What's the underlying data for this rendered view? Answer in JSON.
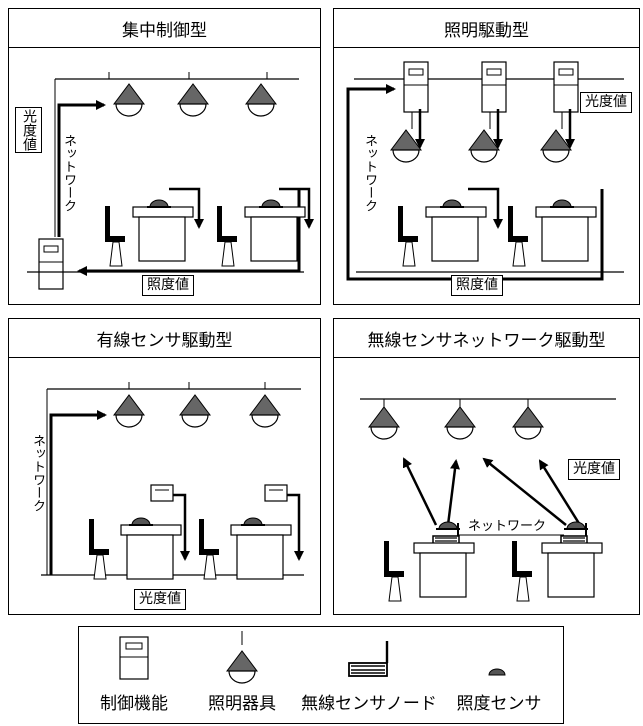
{
  "panels": {
    "central": {
      "title": "集中制御型",
      "label_lux": "照度値",
      "label_light": "光度値",
      "network": "ネットワーク"
    },
    "lighting": {
      "title": "照明駆動型",
      "label_lux": "照度値",
      "label_light": "光度値",
      "network": "ネットワーク"
    },
    "wired": {
      "title": "有線センサ駆動型",
      "label_light": "光度値",
      "network": "ネットワーク"
    },
    "wireless": {
      "title": "無線センサネットワーク駆動型",
      "label_light": "光度値",
      "network": "ネットワーク"
    }
  },
  "legend": {
    "items": [
      {
        "label": "制御機能",
        "icon": "control-unit-icon"
      },
      {
        "label": "照明器具",
        "icon": "lamp-icon"
      },
      {
        "label": "無線センサノード",
        "icon": "wireless-sensor-node-icon"
      },
      {
        "label": "照度センサ",
        "icon": "illuminance-sensor-icon"
      }
    ]
  }
}
